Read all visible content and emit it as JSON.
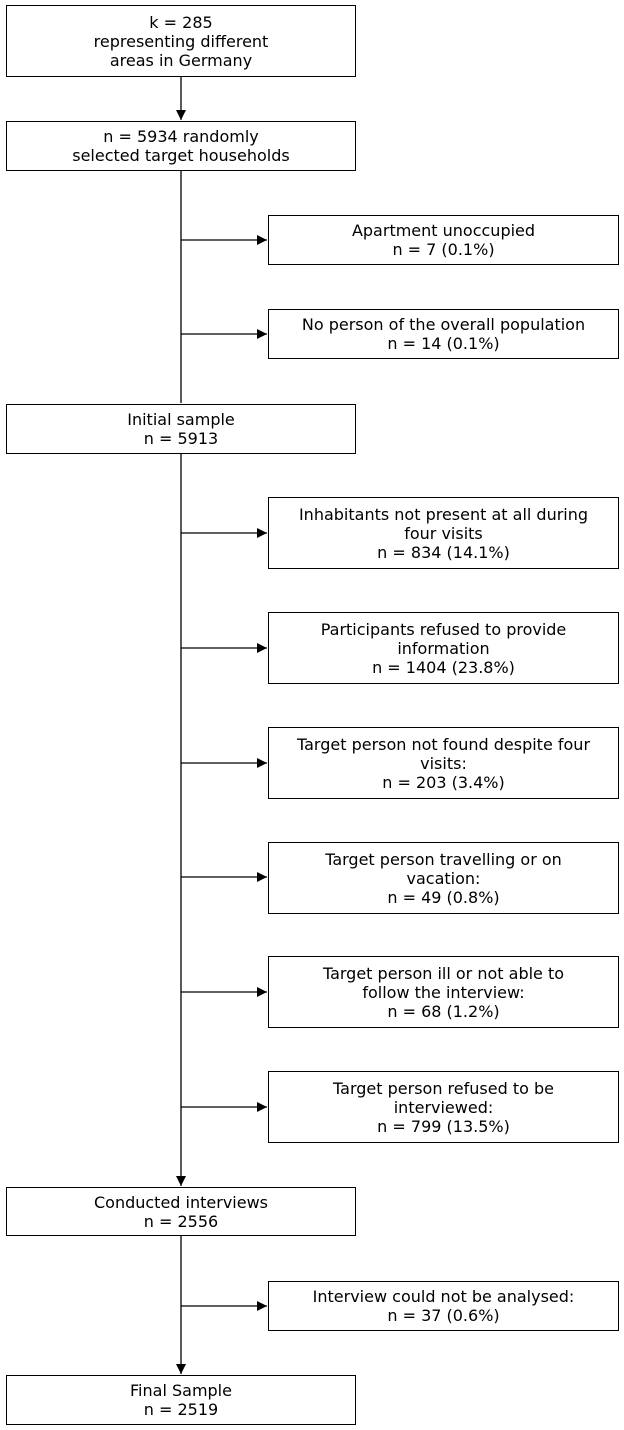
{
  "main_boxes": [
    {
      "lines": [
        "k = 285",
        "representing different",
        "areas in Germany"
      ]
    },
    {
      "lines": [
        "n = 5934 randomly",
        "selected target households"
      ]
    },
    {
      "lines": [
        "Initial sample",
        "n = 5913"
      ]
    },
    {
      "lines": [
        "Conducted interviews",
        "n = 2556"
      ]
    },
    {
      "lines": [
        "Final Sample",
        "n = 2519"
      ]
    }
  ],
  "exclusion_boxes": [
    {
      "lines": [
        "Apartment unoccupied",
        "n = 7 (0.1%)"
      ]
    },
    {
      "lines": [
        "No person of the overall population",
        "n = 14 (0.1%)"
      ]
    },
    {
      "lines": [
        "Inhabitants not present at all during",
        "four visits",
        "n = 834 (14.1%)"
      ]
    },
    {
      "lines": [
        "Participants refused to provide",
        "information",
        "n = 1404 (23.8%)"
      ]
    },
    {
      "lines": [
        "Target person not found despite four",
        "visits:",
        "n = 203 (3.4%)"
      ]
    },
    {
      "lines": [
        "Target person travelling or on",
        "vacation:",
        "n = 49 (0.8%)"
      ]
    },
    {
      "lines": [
        "Target person ill or not able to",
        "follow the interview:",
        "n = 68 (1.2%)"
      ]
    },
    {
      "lines": [
        "Target person refused to be",
        "interviewed:",
        "n = 799 (13.5%)"
      ]
    },
    {
      "lines": [
        "Interview could not be analysed:",
        "n = 37 (0.6%)"
      ]
    }
  ]
}
